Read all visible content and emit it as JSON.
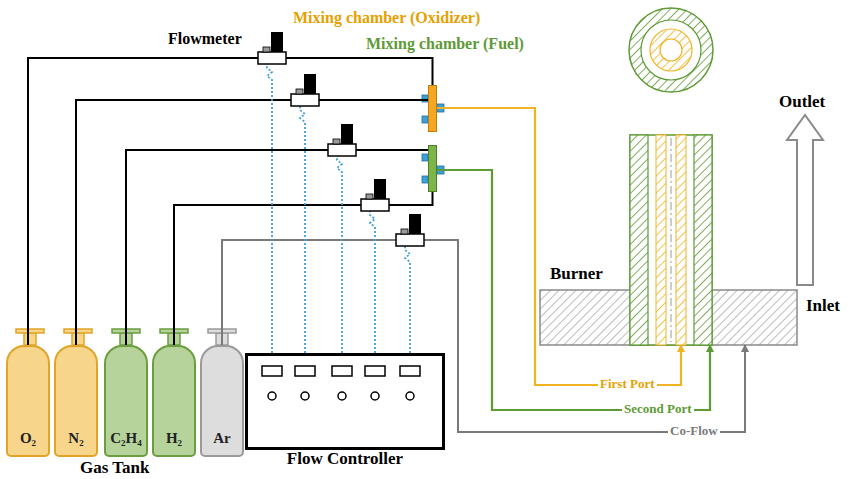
{
  "diagram": {
    "nodes": [
      {
        "text": [
          "Mixing chamber (Oxidizer)"
        ]
      },
      {
        "text": [
          "Mixing chamber (Fuel)"
        ]
      },
      {
        "text": [
          "Burner"
        ]
      },
      {
        "text": [
          "O₂"
        ]
      },
      {
        "text": [
          "N₂"
        ]
      },
      {
        "text": [
          "C₂H₄"
        ]
      },
      {
        "text": [
          "H₂"
        ]
      },
      {
        "text": [
          "Ar"
        ]
      },
      {
        "text": [
          "Flow Controller"
        ]
      }
    ],
    "edges": [
      {
        "from": 3,
        "to": 0,
        "arrow": "none"
      },
      {
        "from": 4,
        "to": 0,
        "arrow": "none"
      },
      {
        "from": 5,
        "to": 1,
        "arrow": "none"
      },
      {
        "from": 6,
        "to": 1,
        "arrow": "none"
      },
      {
        "from": 7,
        "to": 2,
        "label": "Co-Flow",
        "arrow": "to"
      },
      {
        "from": 0,
        "to": 2,
        "label": "First Port",
        "arrow": "to"
      },
      {
        "from": 1,
        "to": 2,
        "label": "Second Port",
        "arrow": "to"
      }
    ],
    "labels": [
      "Flowmeter",
      "Gas Tank",
      "Outlet",
      "Inlet"
    ]
  }
}
